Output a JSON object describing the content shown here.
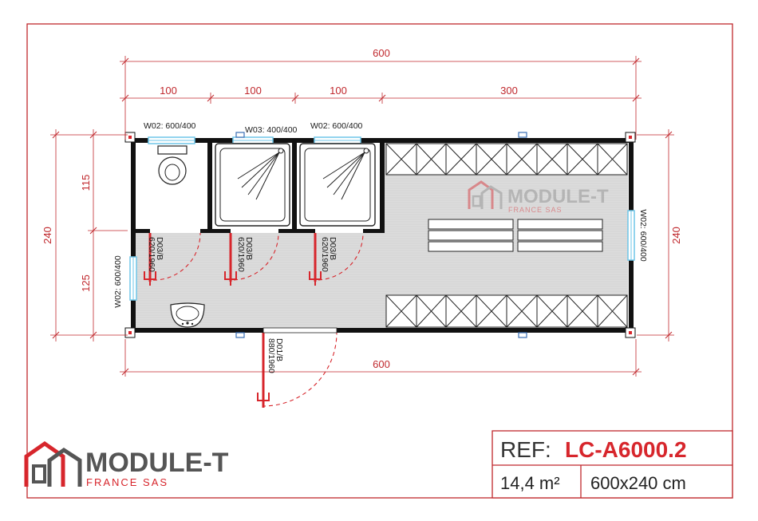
{
  "dimensions": {
    "overall_top": "600",
    "overall_bottom": "600",
    "seg1": "100",
    "seg2": "100",
    "seg3": "100",
    "seg4": "300",
    "height_left": "240",
    "height_right": "240",
    "upper_left": "115",
    "lower_left": "125"
  },
  "windows": {
    "w1": "W02: 600/400",
    "w2": "W03: 400/400",
    "w3": "W02: 600/400",
    "w_left": "W02: 600/400",
    "w_right": "W02: 600/400"
  },
  "doors": {
    "d1_a": "D03/B",
    "d1_b": "620/1960",
    "d2_a": "D03/B",
    "d2_b": "620/1960",
    "d3_a": "D03/B",
    "d3_b": "620/1960",
    "entry_a": "D01/B",
    "entry_b": "880/1960"
  },
  "watermark": {
    "name": "MODULE-T",
    "sub": "FRANCE SAS"
  },
  "logo": {
    "name": "MODULE-T",
    "sub": "FRANCE SAS"
  },
  "info": {
    "ref_label": "REF:",
    "ref_value": "LC-A6000.2",
    "area": "14,4 m²",
    "size": "600x240 cm"
  },
  "colors": {
    "brand_red": "#d7262c",
    "frame_red": "#c0282d",
    "wall": "#111111",
    "window": "#6ec6e8",
    "floor": "#d9d9d9"
  }
}
